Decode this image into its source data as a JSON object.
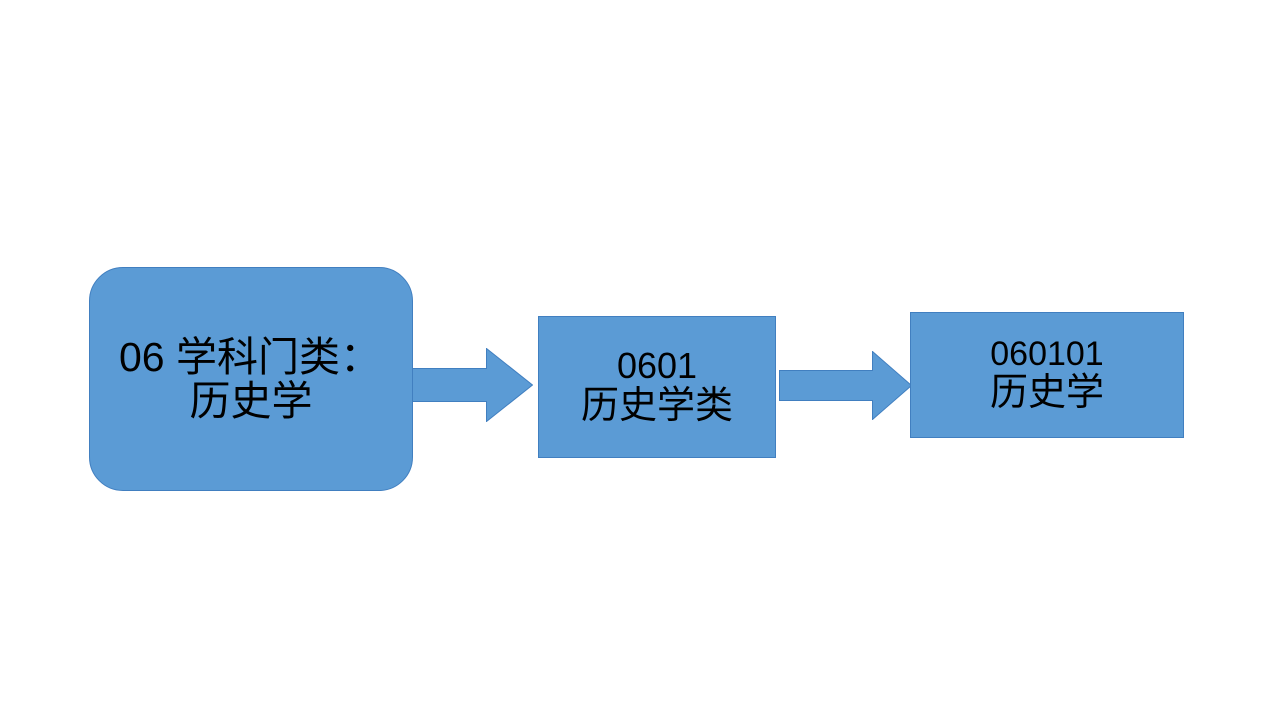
{
  "slide": {
    "background_color": "#FFFFFF",
    "shape_fill_color": "#5B9BD5",
    "shape_border_color": "#417FC0",
    "text_color": "#000000"
  },
  "diagram": {
    "type": "flowchart",
    "direction": "left-to-right",
    "nodes": [
      {
        "id": "discipline",
        "shape": "rounded-rectangle",
        "code": "06",
        "line_1": "06 学科门类：",
        "line_2": "历史学",
        "label": "06 学科门类：历史学"
      },
      {
        "id": "class",
        "shape": "rectangle",
        "code": "0601",
        "line_1": "0601",
        "line_2": "历史学类",
        "label": "0601 历史学类"
      },
      {
        "id": "major",
        "shape": "rectangle",
        "code": "060101",
        "line_1": "060101",
        "line_2": "历史学",
        "label": "060101 历史学"
      }
    ],
    "connectors": [
      {
        "id": "arrow-1",
        "type": "block-arrow",
        "from": "discipline",
        "to": "class"
      },
      {
        "id": "arrow-2",
        "type": "block-arrow",
        "from": "class",
        "to": "major"
      }
    ]
  }
}
